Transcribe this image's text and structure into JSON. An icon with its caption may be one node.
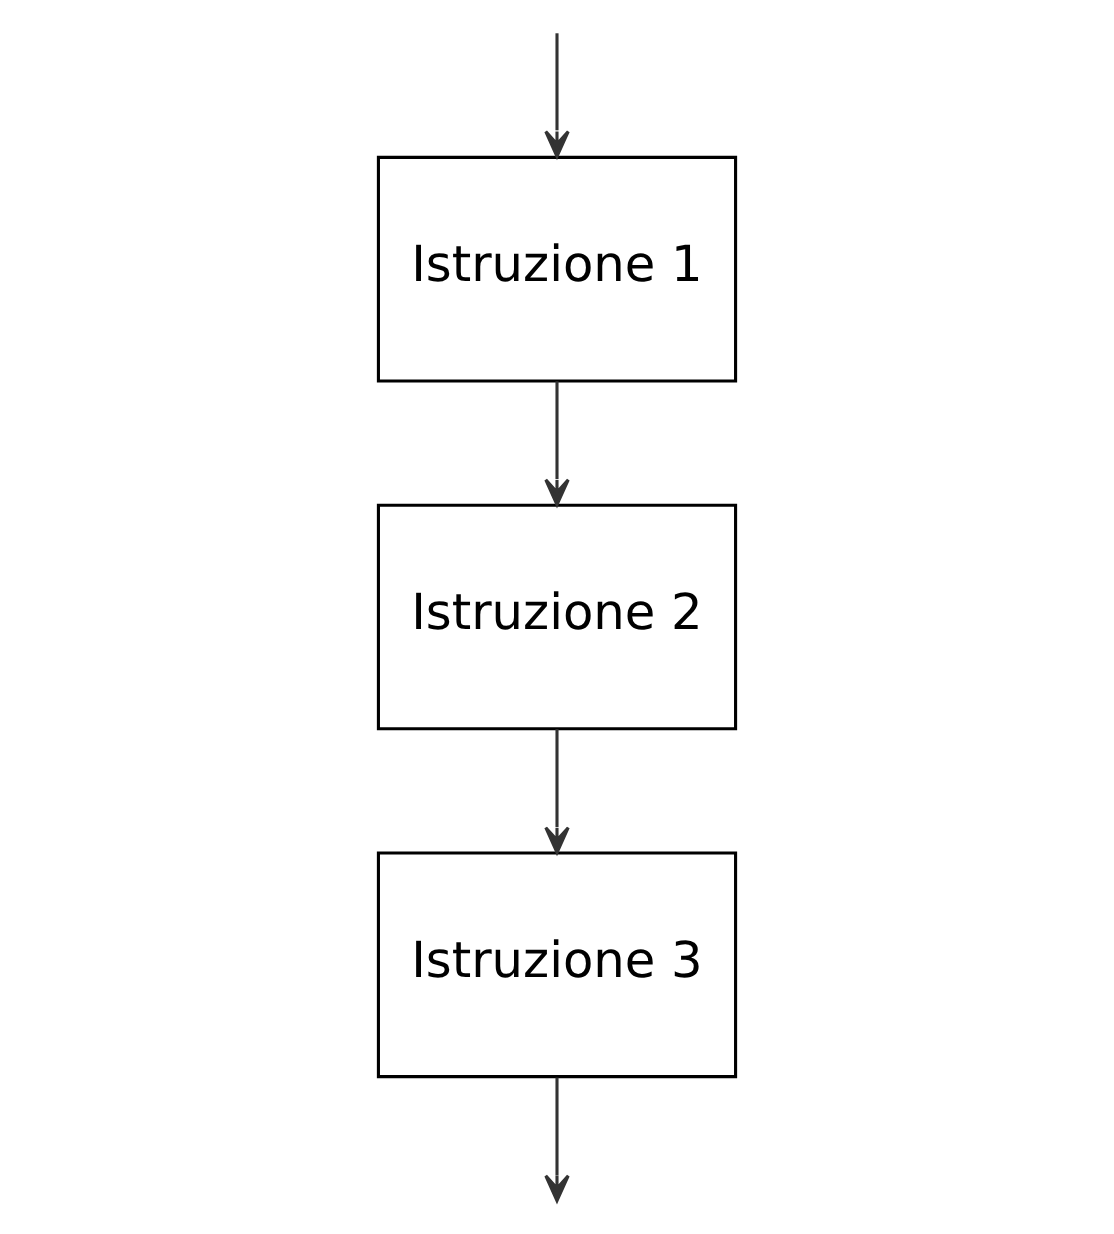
{
  "diagram": {
    "nodes": [
      {
        "text": [
          "Istruzione 1"
        ]
      },
      {
        "text": [
          "Istruzione 2"
        ]
      },
      {
        "text": [
          "Istruzione 3"
        ]
      }
    ],
    "edges": [
      {
        "from": null,
        "to": 0,
        "arrow": "to"
      },
      {
        "from": 0,
        "to": 1,
        "arrow": "to"
      },
      {
        "from": 1,
        "to": 2,
        "arrow": "to"
      },
      {
        "from": 2,
        "to": null,
        "arrow": "to"
      }
    ]
  }
}
